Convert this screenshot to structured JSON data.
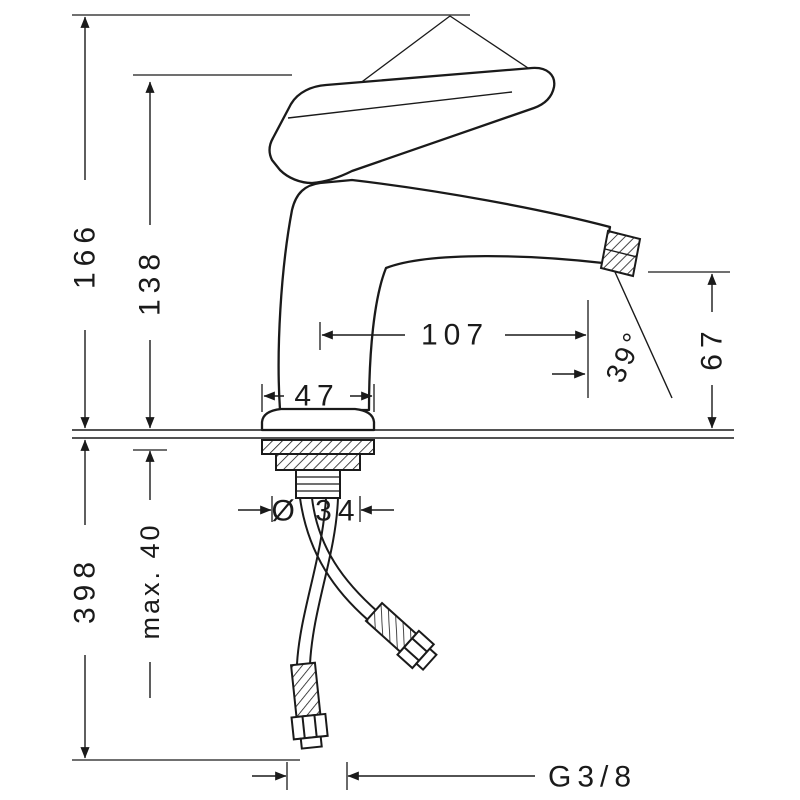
{
  "colors": {
    "ink": "#1a1a1a",
    "paper": "#ffffff"
  },
  "labels": {
    "total_height": "166",
    "handle_height": "138",
    "spout_reach": "107",
    "base_width": "47",
    "spray_angle": "39°",
    "outlet_height": "67",
    "hole_diameter": "Ø 34",
    "max_counter_thickness": "max. 40",
    "hose_length": "398",
    "connection_thread": "G3/8"
  }
}
